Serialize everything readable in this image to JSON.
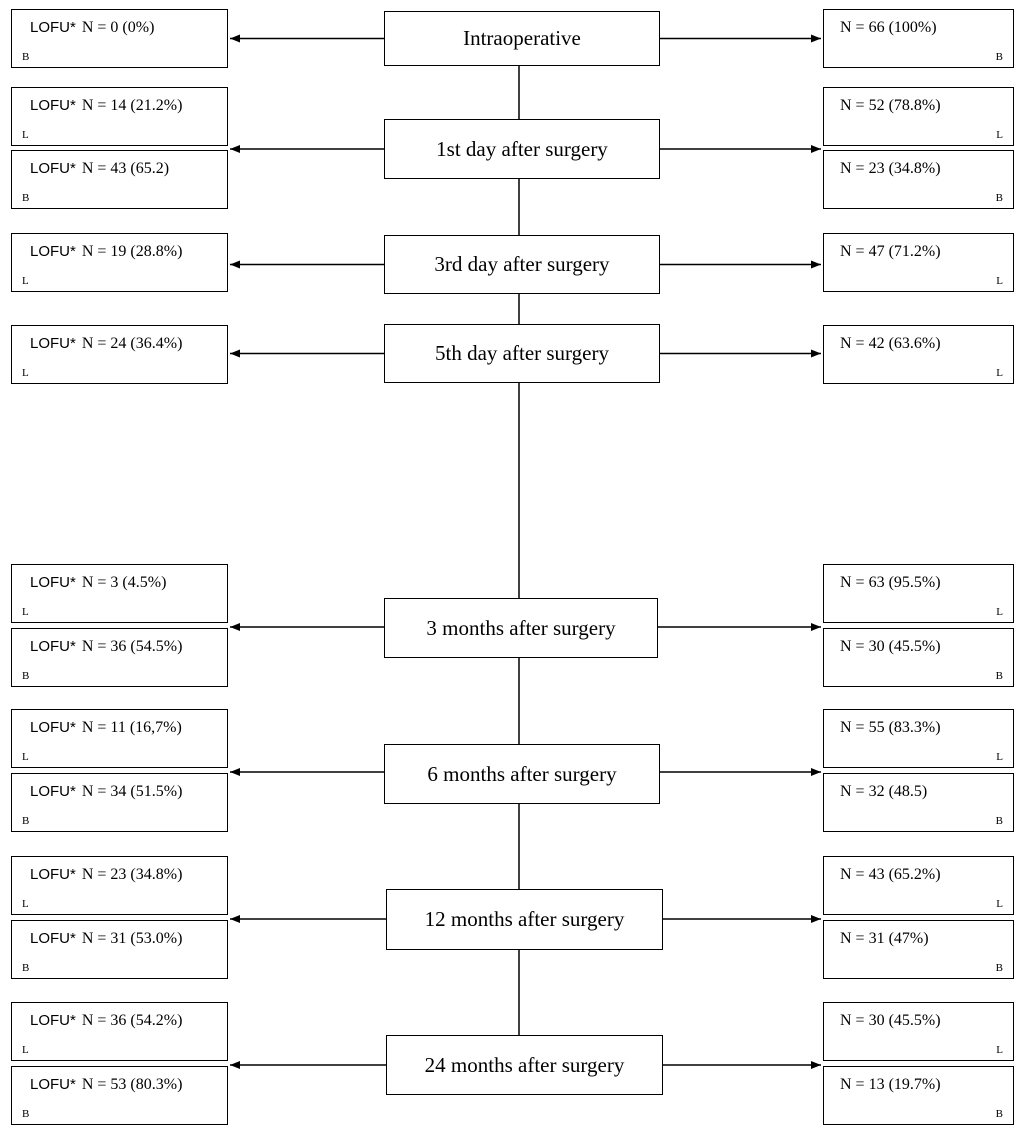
{
  "lofu_label": "LOFU*",
  "rows": [
    {
      "stage": "Intraoperative",
      "left": [
        {
          "text": "N = 0 (0%)",
          "code": "B"
        }
      ],
      "right": [
        {
          "text": "N = 66 (100%)",
          "code": "B"
        }
      ]
    },
    {
      "stage": "1st day after surgery",
      "left": [
        {
          "text": "N = 14 (21.2%)",
          "code": "L"
        },
        {
          "text": "N = 43 (65.2)",
          "code": "B"
        }
      ],
      "right": [
        {
          "text": "N = 52 (78.8%)",
          "code": "L"
        },
        {
          "text": "N = 23 (34.8%)",
          "code": "B"
        }
      ]
    },
    {
      "stage": "3rd day after surgery",
      "left": [
        {
          "text": "N = 19 (28.8%)",
          "code": "L"
        }
      ],
      "right": [
        {
          "text": "N = 47 (71.2%)",
          "code": "L"
        }
      ]
    },
    {
      "stage": "5th day after surgery",
      "left": [
        {
          "text": "N = 24 (36.4%)",
          "code": "L"
        }
      ],
      "right": [
        {
          "text": "N = 42 (63.6%)",
          "code": "L"
        }
      ]
    },
    {
      "stage": "3 months after surgery",
      "left": [
        {
          "text": "N = 3 (4.5%)",
          "code": "L"
        },
        {
          "text": "N = 36 (54.5%)",
          "code": "B"
        }
      ],
      "right": [
        {
          "text": "N = 63 (95.5%)",
          "code": "L"
        },
        {
          "text": "N = 30 (45.5%)",
          "code": "B"
        }
      ]
    },
    {
      "stage": "6 months after surgery",
      "left": [
        {
          "text": "N = 11 (16,7%)",
          "code": "L"
        },
        {
          "text": "N = 34 (51.5%)",
          "code": "B"
        }
      ],
      "right": [
        {
          "text": "N = 55 (83.3%)",
          "code": "L"
        },
        {
          "text": "N = 32 (48.5)",
          "code": "B"
        }
      ]
    },
    {
      "stage": "12 months after surgery",
      "left": [
        {
          "text": "N = 23 (34.8%)",
          "code": "L"
        },
        {
          "text": "N = 31 (53.0%)",
          "code": "B"
        }
      ],
      "right": [
        {
          "text": "N = 43 (65.2%)",
          "code": "L"
        },
        {
          "text": "N = 31 (47%)",
          "code": "B"
        }
      ]
    },
    {
      "stage": "24 months after surgery",
      "left": [
        {
          "text": "N = 36 (54.2%)",
          "code": "L"
        },
        {
          "text": "N = 53 (80.3%)",
          "code": "B"
        }
      ],
      "right": [
        {
          "text": "N = 30 (45.5%)",
          "code": "L"
        },
        {
          "text": "N = 13 (19.7%)",
          "code": "B"
        }
      ]
    }
  ]
}
